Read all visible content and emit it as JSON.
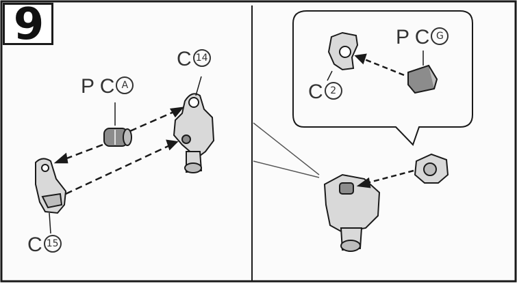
{
  "step": {
    "number": "9"
  },
  "labels": {
    "pc_a": {
      "prefix": "P C",
      "circled": "A"
    },
    "c14": {
      "prefix": "C",
      "circled": "14"
    },
    "c15": {
      "prefix": "C",
      "circled": "15"
    },
    "pc_g": {
      "prefix": "P C",
      "circled": "G"
    },
    "c2": {
      "prefix": "C",
      "circled": "2"
    }
  },
  "colors": {
    "line": "#1a1a1a",
    "part_fill": "#d9d9d9",
    "part_dark": "#8c8c8c",
    "paper": "#fbfbfb"
  }
}
